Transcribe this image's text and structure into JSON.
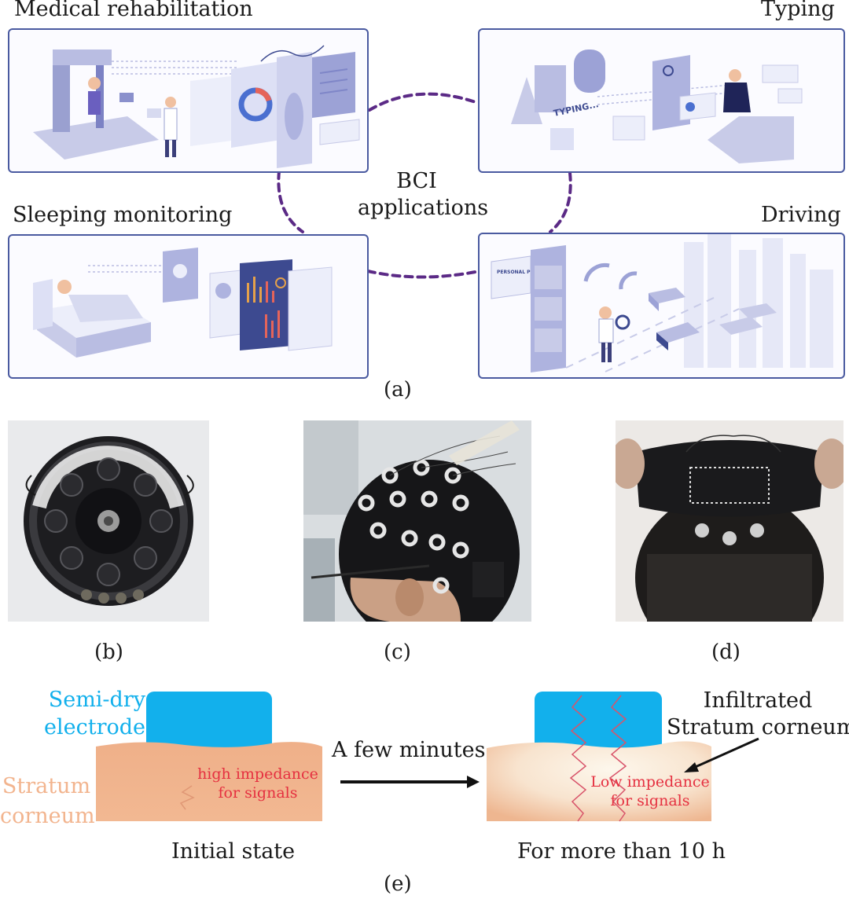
{
  "panel_a": {
    "medical": "Medical rehabilitation",
    "typing": "Typing",
    "sleeping": "Sleeping monitoring",
    "driving": "Driving",
    "center_line1": "BCI",
    "center_line2": "applications",
    "typing_screen_text": "TYPING...",
    "profile_text": "PERSONAL PROFILE",
    "caption": "(a)"
  },
  "panel_b": {
    "caption": "(b)"
  },
  "panel_c": {
    "caption": "(c)"
  },
  "panel_d": {
    "caption": "(d)"
  },
  "panel_e": {
    "electrode_line1": "Semi-dry",
    "electrode_line2": "electrode",
    "stratum_line1": "Stratum",
    "stratum_line2": "corneum",
    "high_line1": "high impedance",
    "high_line2": "for signals",
    "arrow_label": "A few minutes",
    "infiltrated_line1": "Infiltrated",
    "infiltrated_line2": "Stratum corneum",
    "low_line1": "Low impedance",
    "low_line2": "for signals",
    "initial_state": "Initial state",
    "later_state": "For more than 10 h",
    "caption": "(e)"
  },
  "colors": {
    "panel_border": "#4a5aa0",
    "dotted_link": "#5b2a86",
    "electrode_blue": "#12b0ec",
    "skin": "#f2b48e",
    "impedance_red": "#e53040"
  }
}
